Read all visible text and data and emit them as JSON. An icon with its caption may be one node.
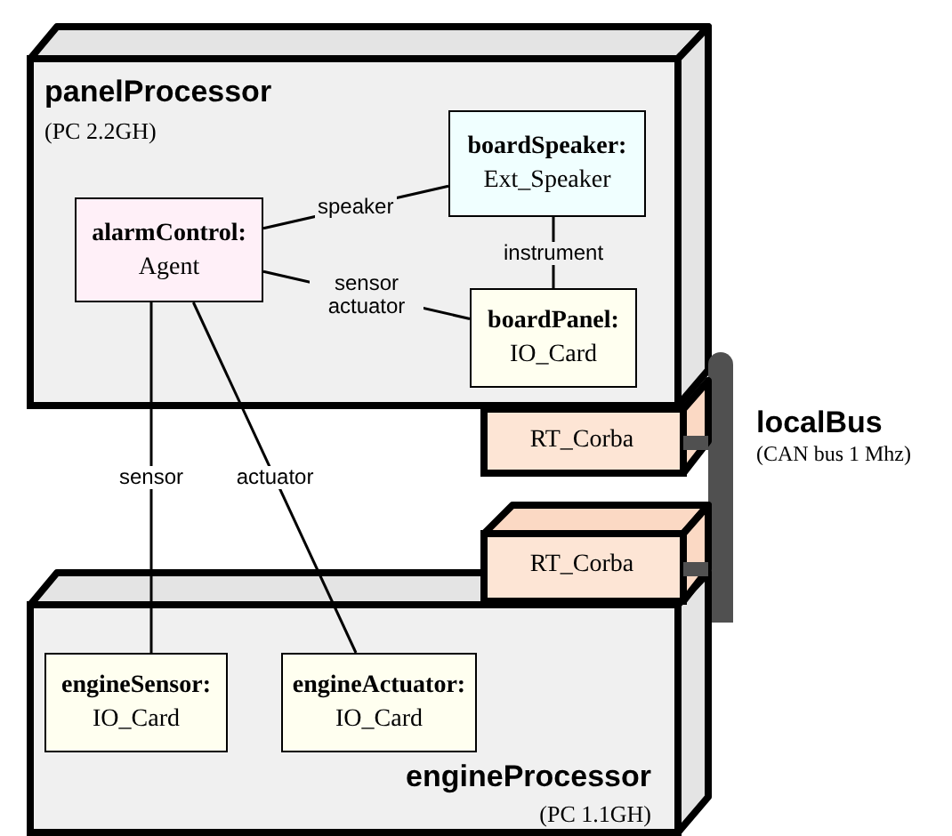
{
  "diagram": {
    "nodes": [
      {
        "text": [
          "panelProcessor",
          "(PC 2.2GH)"
        ]
      },
      {
        "text": [
          "boardSpeaker:",
          "Ext_Speaker"
        ],
        "in": 0
      },
      {
        "text": [
          "alarmControl:",
          "Agent"
        ],
        "in": 0
      },
      {
        "text": [
          "boardPanel:",
          "IO_Card"
        ],
        "in": 0
      },
      {
        "text": [
          "RT_Corba"
        ]
      },
      {
        "text": [
          "localBus",
          "(CAN bus 1 Mhz)"
        ]
      },
      {
        "text": [
          "RT_Corba"
        ]
      },
      {
        "text": [
          "engineProcessor",
          "(PC 1.1GH)"
        ]
      },
      {
        "text": [
          "engineSensor:",
          "IO_Card"
        ],
        "in": 7
      },
      {
        "text": [
          "engineActuator:",
          "IO_Card"
        ],
        "in": 7
      }
    ],
    "edges": [
      {
        "from": 2,
        "to": 1,
        "arrow": "none",
        "label": "speaker"
      },
      {
        "from": 1,
        "to": 3,
        "arrow": "none",
        "label": "instrument"
      },
      {
        "from": 2,
        "to": 3,
        "arrow": "none",
        "label": "sensor actuator"
      },
      {
        "from": 4,
        "to": 5,
        "arrow": "none",
        "style": "thick",
        "color": "#505050"
      },
      {
        "from": 6,
        "to": 5,
        "arrow": "none",
        "style": "thick",
        "color": "#505050"
      },
      {
        "from": 2,
        "to": 8,
        "arrow": "none",
        "label": "sensor"
      },
      {
        "from": 2,
        "to": 9,
        "arrow": "none",
        "label": "actuator"
      }
    ]
  }
}
